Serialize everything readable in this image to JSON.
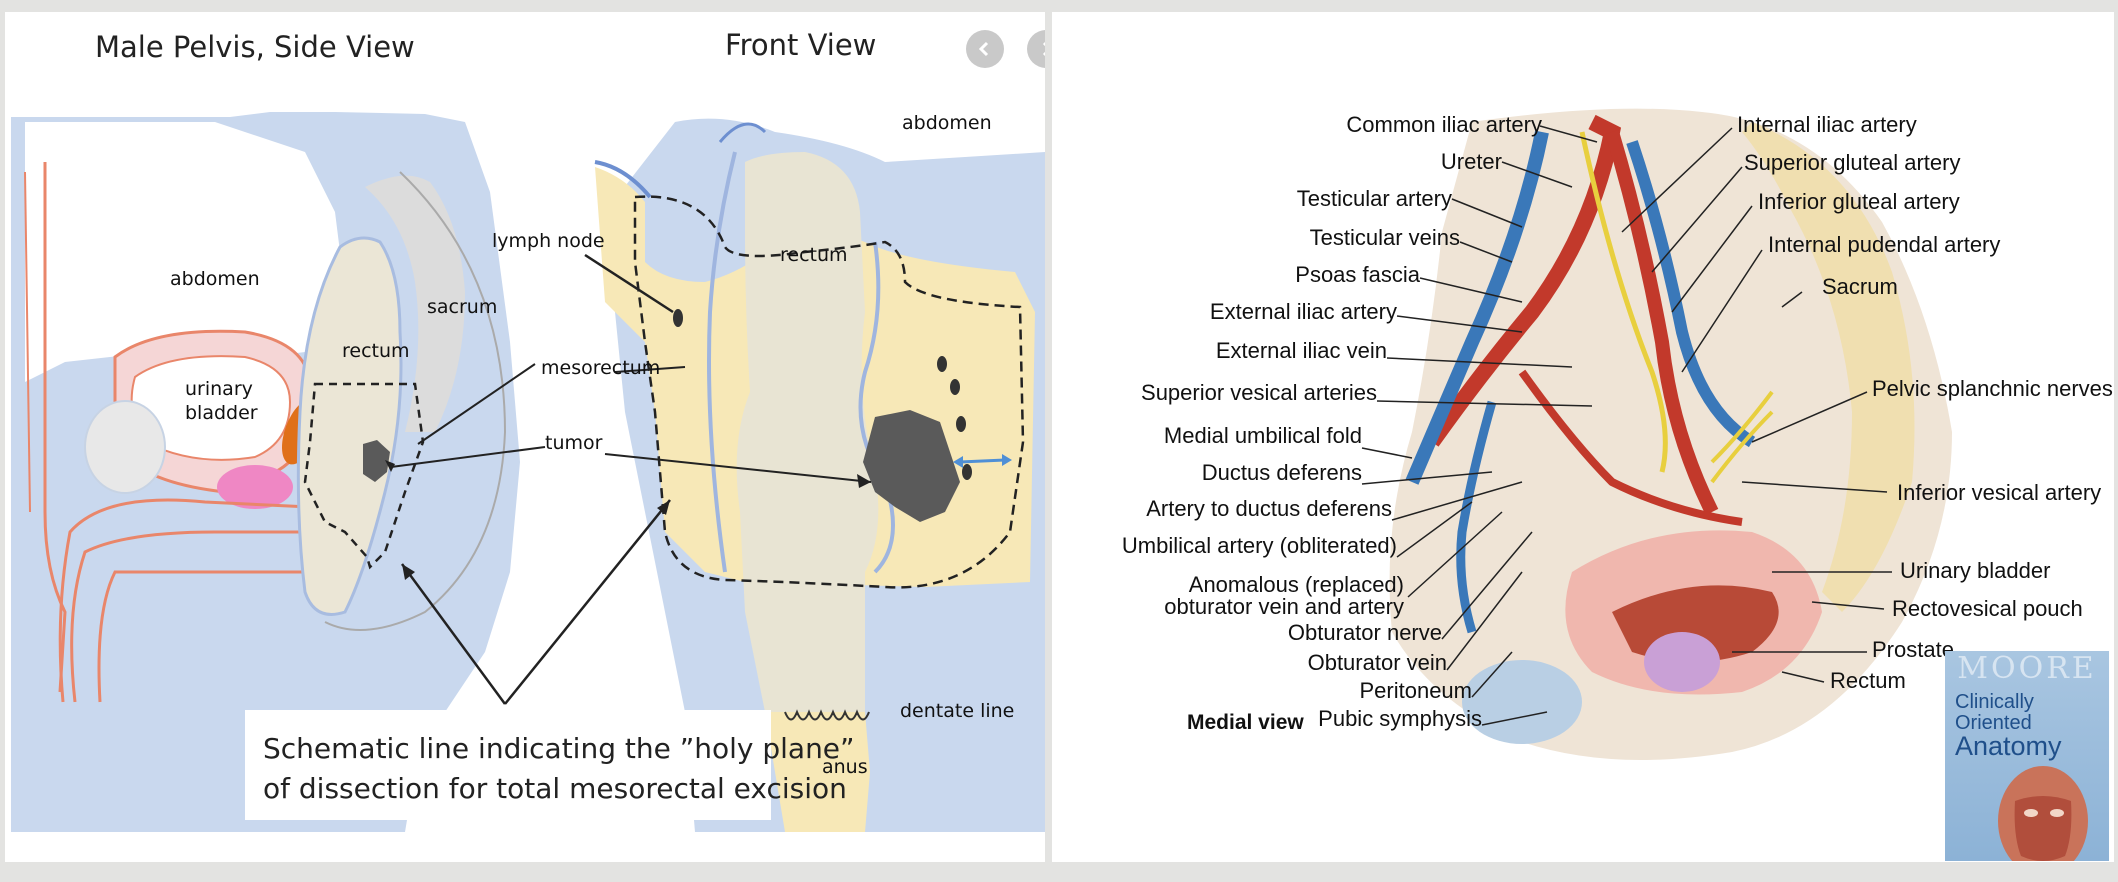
{
  "viewer": {
    "close_icon": "close-icon",
    "prev_icon": "chevron-left-icon",
    "next_icon": "chevron-right-icon"
  },
  "left_slide": {
    "title_side": "Male Pelvis, Side View",
    "title_front": "Front View",
    "side_labels": {
      "abdomen": "abdomen",
      "urinary_1": "urinary",
      "urinary_2": "bladder",
      "rectum": "rectum",
      "sacrum": "sacrum",
      "lymph_node": "lymph node",
      "mesorectum": "mesorectum",
      "tumor": "tumor"
    },
    "front_labels": {
      "abdomen": "abdomen",
      "rectum": "rectum",
      "dentate_line": "dentate line",
      "anus": "anus"
    },
    "caption_line1": "Schematic line indicating the ”holy plane”",
    "caption_line2": "of dissection for total mesorectal excision"
  },
  "right_slide": {
    "left_labels": [
      "Common iliac artery",
      "Ureter",
      "Testicular artery",
      "Testicular veins",
      "Psoas fascia",
      "External iliac artery",
      "External iliac vein",
      "Superior vesical arteries",
      "Medial umbilical fold",
      "Ductus deferens",
      "Artery to ductus deferens",
      "Umbilical artery (obliterated)",
      "Anomalous (replaced)",
      "obturator vein and artery",
      "Obturator nerve",
      "Obturator vein",
      "Peritoneum",
      "Pubic symphysis"
    ],
    "right_labels": [
      "Internal iliac artery",
      "Superior gluteal artery",
      "Inferior gluteal artery",
      "Internal pudendal artery",
      "Sacrum",
      "Pelvic splanchnic nerves",
      "Inferior vesical artery",
      "Urinary bladder",
      "Rectovesical pouch",
      "Prostate",
      "Rectum"
    ],
    "view_label": "Medial view"
  },
  "book": {
    "brand": "MOORE",
    "title_line1": "Clinically",
    "title_line2": "Oriented",
    "title_line3": "Anatomy"
  },
  "colors": {
    "background": "#e3e3e1",
    "tissue_blue": "#c9d8ee",
    "mesorectum_yellow": "#f7e8b7",
    "organ_outline": "#e9866a",
    "prostate_orange": "#e0701a",
    "tumor_gray": "#5a5a5a",
    "artery_red": "#c2392b",
    "vein_blue": "#3a78b9",
    "nerve_yellow": "#e8cf3e"
  }
}
